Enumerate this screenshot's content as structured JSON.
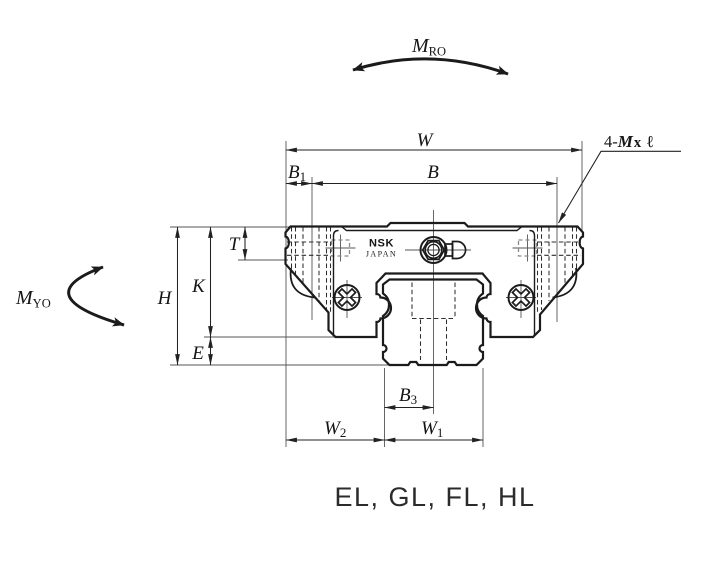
{
  "caption": "EL, GL, FL, HL",
  "logo": {
    "brand": "NSK",
    "sub": "JAPAN"
  },
  "dims": {
    "W": "W",
    "B": "B",
    "B1": {
      "base": "B",
      "sub": "1"
    },
    "B3": {
      "base": "B",
      "sub": "3"
    },
    "W1": {
      "base": "W",
      "sub": "1"
    },
    "W2": {
      "base": "W",
      "sub": "2"
    },
    "H": "H",
    "K": "K",
    "T": "T",
    "E": "E"
  },
  "moments": {
    "roll": {
      "base": "M",
      "sub": "RO"
    },
    "yaw": {
      "base": "M",
      "sub": "YO"
    }
  },
  "thread_note": {
    "prefix": "4-",
    "thread": "M",
    "times": "x",
    "length": "ℓ"
  },
  "colors": {
    "ink": "#1b1b1b",
    "thin_line": "#444444",
    "hidden_line": "#2e2e2e",
    "gray_dash": "#8a8a8a",
    "caption_text": "#2b2b2b",
    "background": "#ffffff"
  }
}
